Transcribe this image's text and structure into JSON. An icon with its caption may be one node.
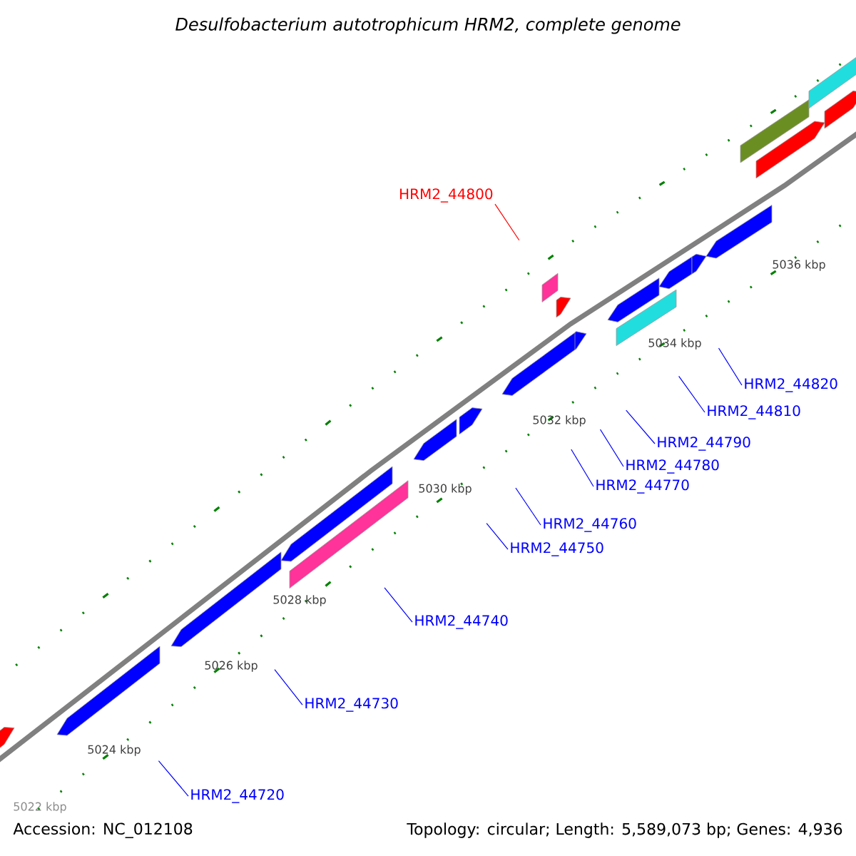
{
  "diagram": {
    "title": "Desulfobacterium autotrophicum HRM2, complete genome",
    "nodes": [
      {
        "text": [
          "HRM2_44800"
        ]
      },
      {
        "text": [
          "HRM2_44820"
        ]
      },
      {
        "text": [
          "HRM2_44810"
        ]
      },
      {
        "text": [
          "HRM2_44790"
        ]
      },
      {
        "text": [
          "HRM2_44780"
        ]
      },
      {
        "text": [
          "HRM2_44770"
        ]
      },
      {
        "text": [
          "HRM2_44760"
        ]
      },
      {
        "text": [
          "HRM2_44750"
        ]
      },
      {
        "text": [
          "HRM2_44740"
        ]
      },
      {
        "text": [
          "HRM2_44730"
        ]
      },
      {
        "text": [
          "HRM2_44720"
        ]
      }
    ],
    "edges": [
      {
        "from": 0,
        "to": null,
        "arrow": "none",
        "color": "#ff0000"
      },
      {
        "from": 1,
        "to": null,
        "arrow": "none"
      },
      {
        "from": 2,
        "to": null,
        "arrow": "none"
      },
      {
        "from": 3,
        "to": null,
        "arrow": "none"
      },
      {
        "from": 4,
        "to": null,
        "arrow": "none"
      },
      {
        "from": 5,
        "to": null,
        "arrow": "none"
      },
      {
        "from": 6,
        "to": null,
        "arrow": "none"
      },
      {
        "from": 7,
        "to": null,
        "arrow": "none"
      },
      {
        "from": 8,
        "to": null,
        "arrow": "none"
      },
      {
        "from": 9,
        "to": null,
        "arrow": "none"
      },
      {
        "from": 10,
        "to": null,
        "arrow": "none"
      }
    ],
    "labels": [
      "5036 kbp",
      "5034 kbp",
      "5032 kbp",
      "5030 kbp",
      "5028 kbp",
      "5026 kbp",
      "5024 kbp",
      "5022 kbp",
      "Accession: NC_012108",
      "Topology: circular; Length: 5,589,073 bp; Genes: 4,936"
    ]
  }
}
